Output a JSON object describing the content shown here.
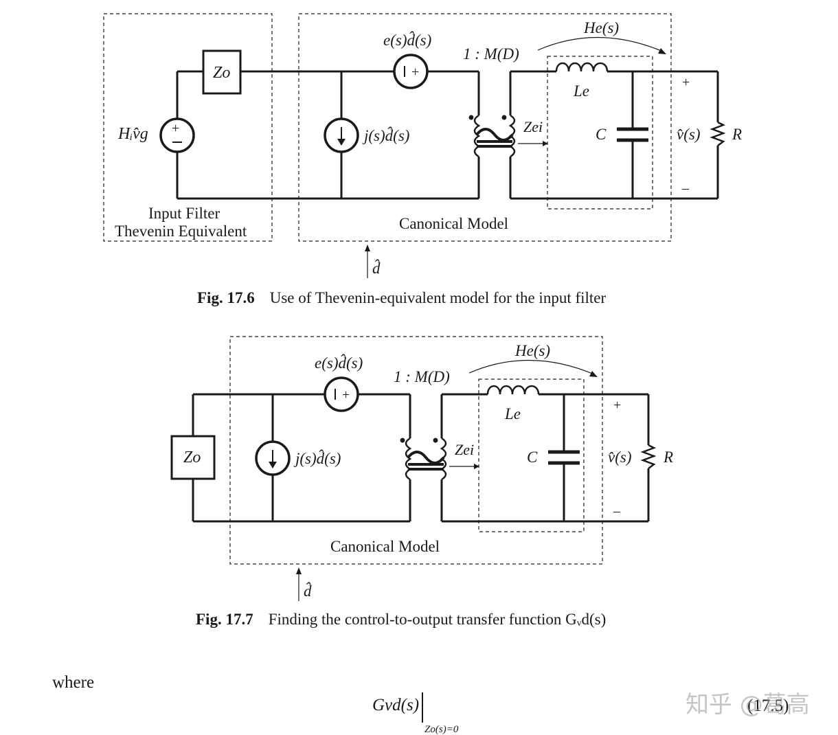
{
  "fig1": {
    "caption_label": "Fig. 17.6",
    "caption_text": "Use of Thevenin-equivalent model for the input filter",
    "box_label_line1": "Input Filter",
    "box_label_line2": "Thevenin Equivalent",
    "source_label": "Hᵢv̂g",
    "canonical_label": "Canonical Model"
  },
  "fig2": {
    "caption_label": "Fig. 17.7",
    "caption_text": "Finding the control-to-output transfer function Gᵥd(s)",
    "canonical_label": "Canonical Model"
  },
  "common": {
    "zo": "Zo",
    "e_src": "e(s)d̂(s)",
    "j_src": "j(s)d̂(s)",
    "ratio": "1 : M(D)",
    "he": "He(s)",
    "le": "Le",
    "c": "C",
    "zei": "Zei",
    "vhat": "v̂(s)",
    "r": "R",
    "plus": "+",
    "minus": "–",
    "dhat": "d̂"
  },
  "body": {
    "where": "where",
    "eq_main": "Gvd(s)",
    "eq_sub": "Zo(s)=0",
    "eq_number": "(17.5)",
    "watermark": "知乎 @葛高"
  }
}
